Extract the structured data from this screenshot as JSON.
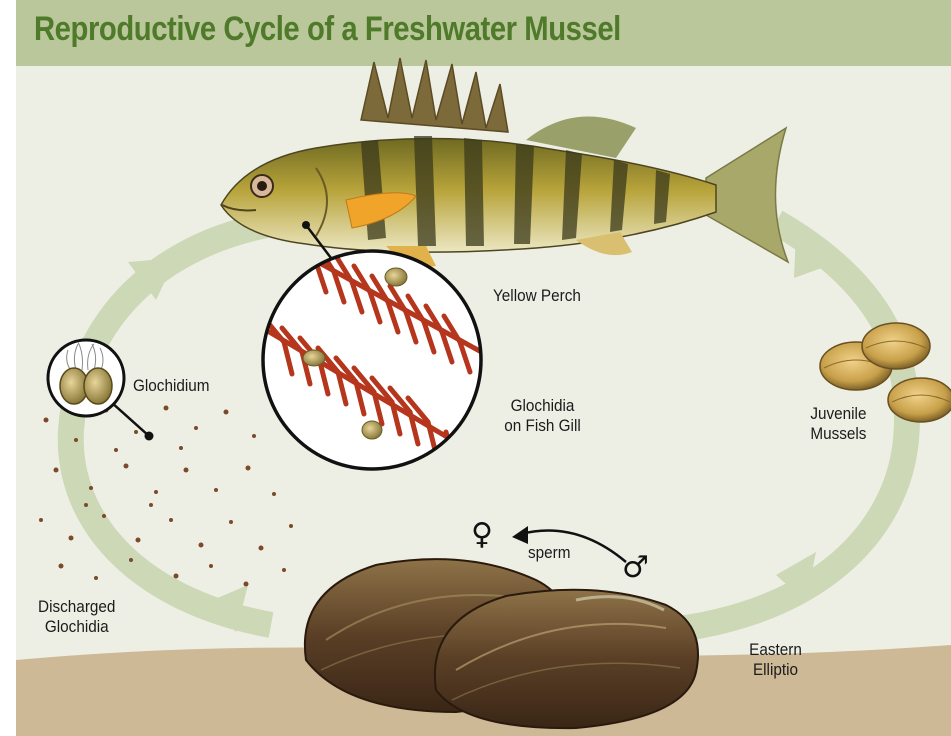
{
  "title": "Reproductive Cycle of a Freshwater Mussel",
  "labels": {
    "yellow_perch": "Yellow Perch",
    "glochidium": "Glochidium",
    "glochidia_on_gill_line1": "Glochidia",
    "glochidia_on_gill_line2": "on Fish Gill",
    "juvenile_line1": "Juvenile",
    "juvenile_line2": "Mussels",
    "discharged_line1": "Discharged",
    "discharged_line2": "Glochidia",
    "eastern_line1": "Eastern",
    "eastern_line2": "Elliptio",
    "sperm": "sperm"
  },
  "symbols": {
    "female": "♀",
    "male": "♂"
  },
  "colors": {
    "background": "#eeefe4",
    "title_band": "#b9c79a",
    "title_text": "#4e7a2a",
    "cycle_arrow": "#cdd8b6",
    "sediment": "#cdb996",
    "gill": "#b5361c"
  },
  "icons": [
    "yellow-perch-fish",
    "gill-magnifier",
    "glochidium-magnifier",
    "juvenile-mussel",
    "eastern-elliptio-mussel",
    "cycle-arrow"
  ]
}
